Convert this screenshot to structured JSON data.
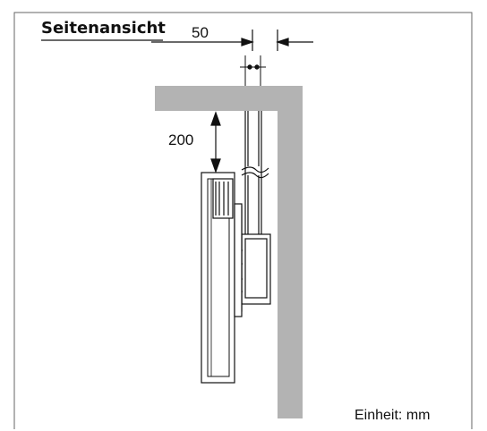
{
  "diagram": {
    "title": "Seitenansicht",
    "dimension_top": "50",
    "dimension_side": "200",
    "unit_note": "Einheit: mm"
  },
  "colors": {
    "wall": "#b3b3b3",
    "line": "#111111",
    "frame": "#555555",
    "background": "#ffffff"
  }
}
